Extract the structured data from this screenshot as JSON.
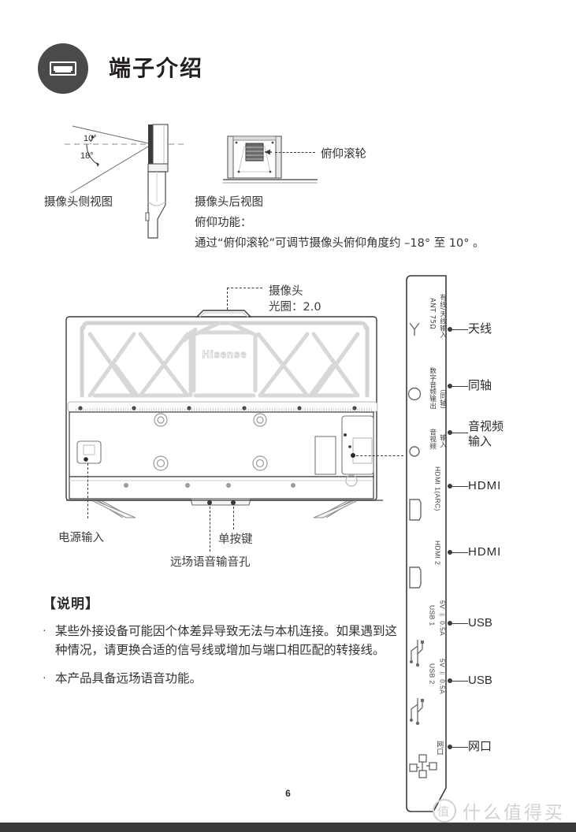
{
  "header": {
    "title": "端子介绍",
    "icon": "hdmi-port-icon"
  },
  "camera_side_view": {
    "caption": "摄像头侧视图",
    "angle_up": "10°",
    "angle_down": "18°"
  },
  "camera_rear_view": {
    "caption": "摄像头后视图",
    "wheel_callout": "俯仰滚轮",
    "function_title": "俯仰功能：",
    "function_desc": "通过“俯仰滚轮”可调节摄像头俯仰角度约 –18° 至 10° 。"
  },
  "tv_diagram": {
    "brand_logo": "Hisense",
    "camera_callout_line1": "摄像头",
    "camera_callout_line2": "光圈：2.0",
    "power_input": "电源输入",
    "single_button": "单按键",
    "far_field_mic": "远场语音输音孔"
  },
  "ports": [
    {
      "icon": "antenna-icon",
      "label_main": "ANT 75Ω",
      "label_sub": "有线/天线输入",
      "callout": "天线"
    },
    {
      "icon": "coaxial-icon",
      "label_main": "数字音频输出",
      "label_sub": "（同轴）",
      "callout": "同轴"
    },
    {
      "icon": "av-input-icon",
      "label_main": "音视频",
      "label_sub": "输入",
      "callout": "音视频\n输入"
    },
    {
      "icon": "hdmi-icon",
      "label_main": "HDMI 1(ARC)",
      "label_sub": "",
      "callout": "HDMI"
    },
    {
      "icon": "hdmi-icon",
      "label_main": "HDMI 2",
      "label_sub": "",
      "callout": "HDMI"
    },
    {
      "icon": "usb-icon",
      "label_main": "USB 1",
      "label_sub": "5V ⎓ 0.5A",
      "callout": "USB"
    },
    {
      "icon": "usb-icon",
      "label_main": "USB 2",
      "label_sub": "5V ⎓ 0.5A",
      "callout": "USB"
    },
    {
      "icon": "lan-icon",
      "label_main": "网口",
      "label_sub": "",
      "callout": "网口"
    }
  ],
  "notes": {
    "title": "【说明】",
    "items": [
      "某些外接设备可能因个体差异导致无法与本机连接。如果遇到这种情况，请更换合适的信号线或增加与端口相匹配的转接线。",
      "本产品具备远场语音功能。"
    ],
    "bullet": "·"
  },
  "footer": {
    "page_number": "6",
    "watermark_mark": "值",
    "watermark_text": "什么值得买"
  },
  "colors": {
    "ink": "#231f20",
    "badge": "#4a4a4a",
    "line": "#3a3a3a",
    "watermark": "#d2d2d2"
  }
}
